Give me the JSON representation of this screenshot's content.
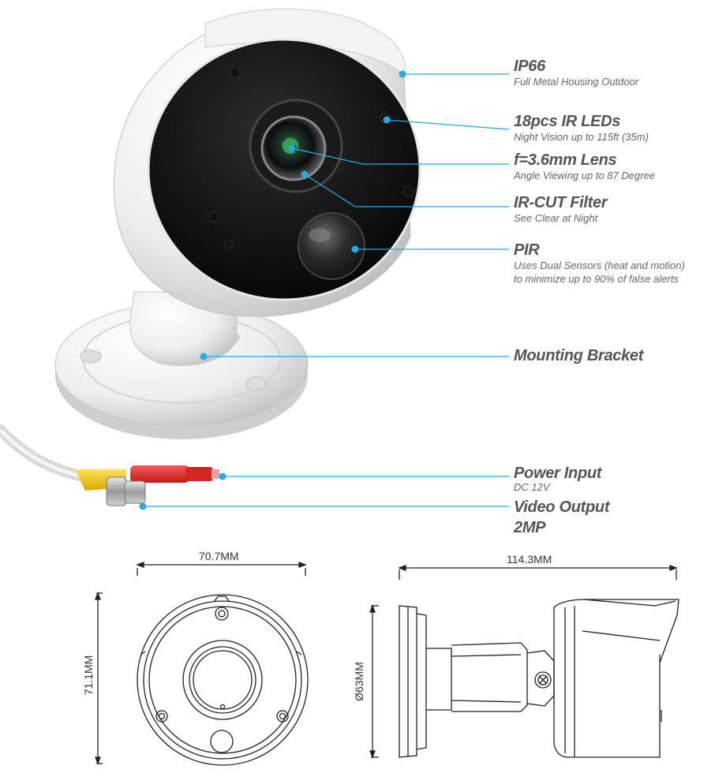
{
  "callouts": {
    "ip66": {
      "title": "IP66",
      "desc": "Full Metal Housing Outdoor"
    },
    "ir_leds": {
      "title": "18pcs IR LEDs",
      "desc": "Night Vision up to 115ft (35m)"
    },
    "lens": {
      "title": "f=3.6mm Lens",
      "desc": "Angle Viewing up to 87 Degree"
    },
    "ircut": {
      "title": "IR-CUT Filter",
      "desc": "See Clear at Night"
    },
    "pir": {
      "title": "PIR",
      "desc1": "Uses Dual Sensors (heat and motion)",
      "desc2": "to minimize up to 90% of false alerts"
    },
    "bracket": {
      "title": "Mounting Bracket"
    },
    "power": {
      "title": "Power Input",
      "desc": "DC 12V"
    },
    "video": {
      "title": "Video Output",
      "title2": "2MP"
    }
  },
  "dimensions": {
    "front_width": "70.7MM",
    "front_height": "71.1MM",
    "side_length": "114.3MM",
    "base_diameter": "Ø63MM"
  },
  "colors": {
    "leader": "#29a9e0",
    "text": "#555555",
    "drawing": "#222222"
  }
}
